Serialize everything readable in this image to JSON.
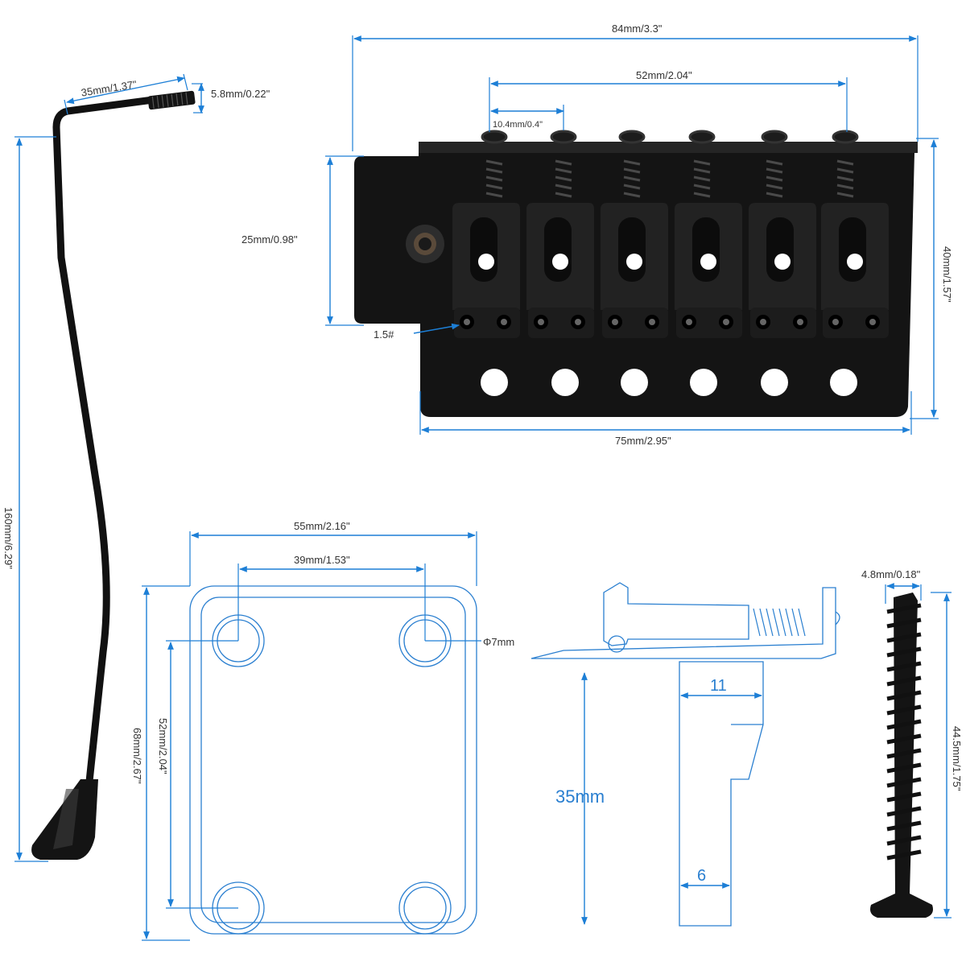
{
  "colors": {
    "dimension_line": "#1d7fd6",
    "label_text": "#333333",
    "part_metal": "#141414",
    "background": "#ffffff"
  },
  "tremolo_arm": {
    "thread_length_label": "35mm/1.37\"",
    "thread_diameter_label": "5.8mm/0.22\"",
    "total_length_label": "160mm/6.29\""
  },
  "bridge": {
    "total_width_label": "84mm/3.3\"",
    "string_spacing_label": "52mm/2.04\"",
    "saddle_spacing_label": "10.4mm/0.4\"",
    "plate_height_label": "25mm/0.98\"",
    "total_height_label": "40mm/1.57\"",
    "saddle_screw_label": "1.5#",
    "base_width_label": "75mm/2.95\""
  },
  "neck_plate": {
    "width_label": "55mm/2.16\"",
    "hole_spacing_h_label": "39mm/1.53\"",
    "hole_diameter_label": "Φ7mm",
    "hole_spacing_v_label": "52mm/2.04\"",
    "height_label": "68mm/2.67\""
  },
  "side_profile": {
    "block_height_label": "35mm",
    "top_width_label": "11",
    "bottom_width_label": "6"
  },
  "screw": {
    "diameter_label": "4.8mm/0.18\"",
    "length_label": "44.5mm/1.75\""
  }
}
